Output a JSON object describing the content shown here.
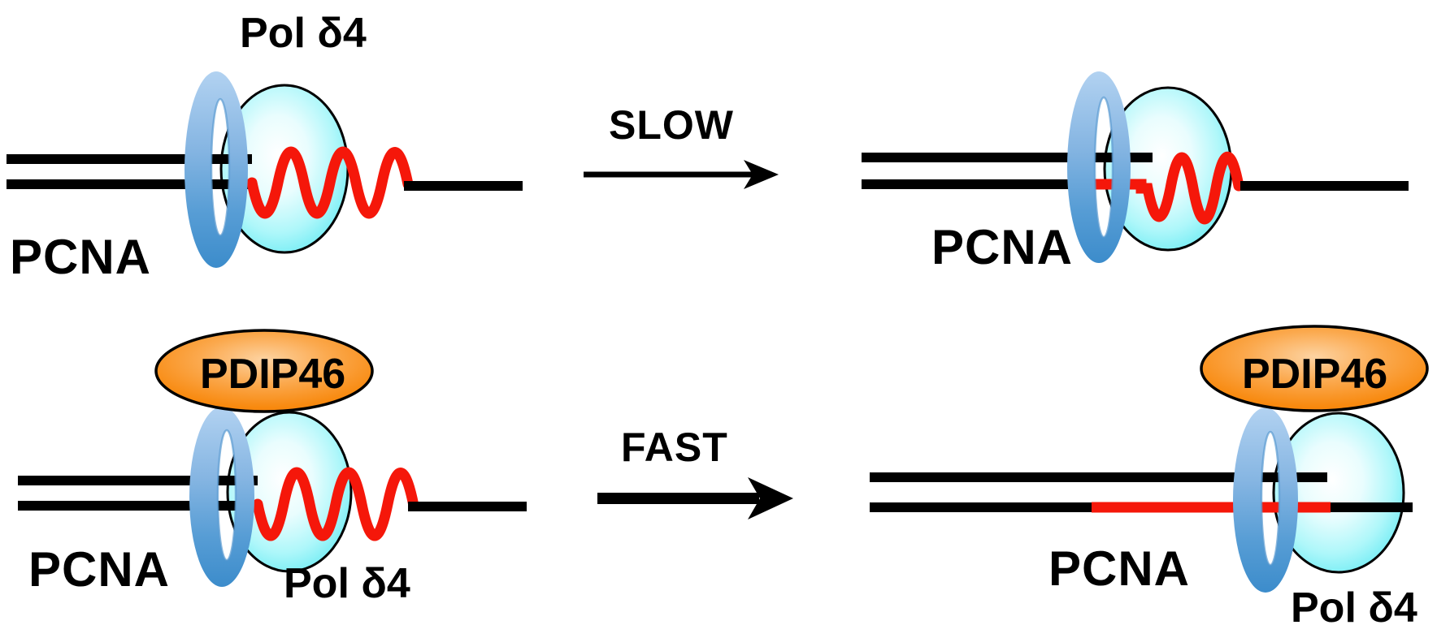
{
  "figure": {
    "description_labels": {
      "top_left": {
        "pol": "Pol δ4",
        "pcna": "PCNA"
      },
      "top_right": {
        "pcna": "PCNA"
      },
      "bottom_left": {
        "pdip46": "PDIP46",
        "pcna": "PCNA",
        "pol": "Pol δ4"
      },
      "bottom_right": {
        "pdip46": "PDIP46",
        "pcna": "PCNA",
        "pol": "Pol δ4"
      },
      "arrow_top": "SLOW",
      "arrow_bottom": "FAST"
    },
    "colors": {
      "dna_black": "#000000",
      "nascent_red": "#f5170a",
      "ring_blue_light": "#aacbed",
      "ring_blue_dark": "#3c8ccb",
      "polymerase_cyan": "#5ee9f2",
      "pdip46_orange": "#f67c02",
      "background": "#ffffff"
    }
  }
}
